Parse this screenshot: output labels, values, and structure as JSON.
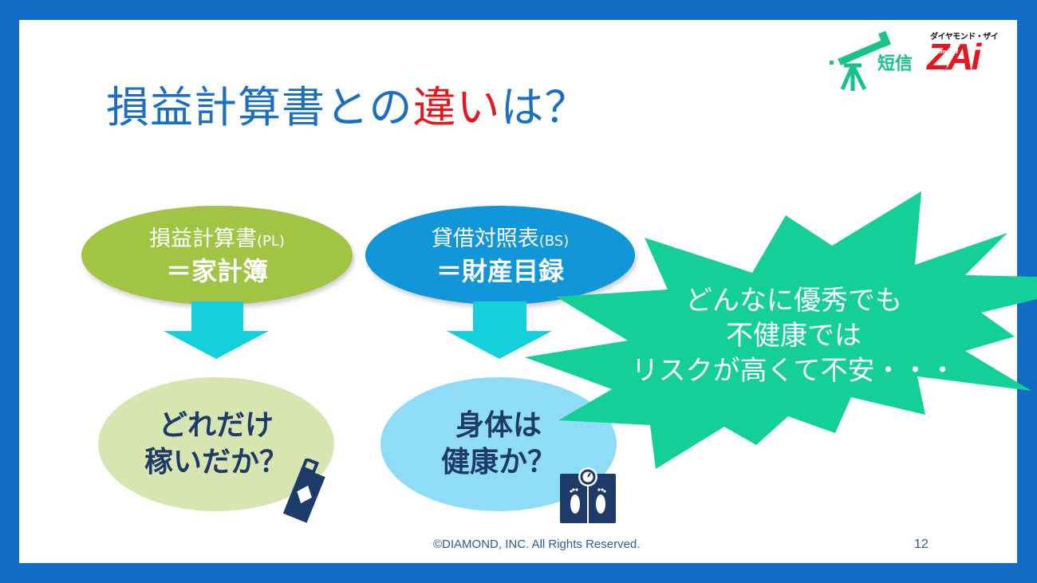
{
  "slide": {
    "title": {
      "part1": "損益計算書との",
      "part2_highlight": "違い",
      "part3": "は？"
    },
    "branding": {
      "tanshin_label": "短信",
      "zai_kana": "ダイヤモンド・ザイ",
      "zai_diamond": "Diamond",
      "zai_logo": "ZAi"
    },
    "left_column": {
      "top_ellipse": {
        "line1": "損益計算書",
        "line1_abbr": "(PL)",
        "line2": "＝家計簿",
        "color": "#a2c445"
      },
      "bottom_ellipse": {
        "line1": "どれだけ",
        "line2": "稼いだか？",
        "color": "#d7e5b0",
        "icon": "ledger-book-icon"
      }
    },
    "middle_column": {
      "top_ellipse": {
        "line1": "貸借対照表",
        "line1_abbr": "(BS)",
        "line2": "＝財産目録",
        "color": "#1296da"
      },
      "bottom_ellipse": {
        "line1": "身体は",
        "line2": "健康か？",
        "color": "#8fdcf8",
        "icon": "bathroom-scale-icon"
      }
    },
    "callout": {
      "line1": "どんなに優秀でも",
      "line2": "不健康では",
      "line3": "リスクが高くて不安・・・",
      "color": "#14cf98"
    },
    "footer": {
      "copyright": "©DIAMOND, INC. All Rights Reserved.",
      "page_number": "12"
    },
    "colors": {
      "frame": "#116cc4",
      "title": "#1a6fc4",
      "highlight": "#e8161c",
      "arrow": "#14d0dc",
      "dark_text": "#1e3a68"
    }
  }
}
